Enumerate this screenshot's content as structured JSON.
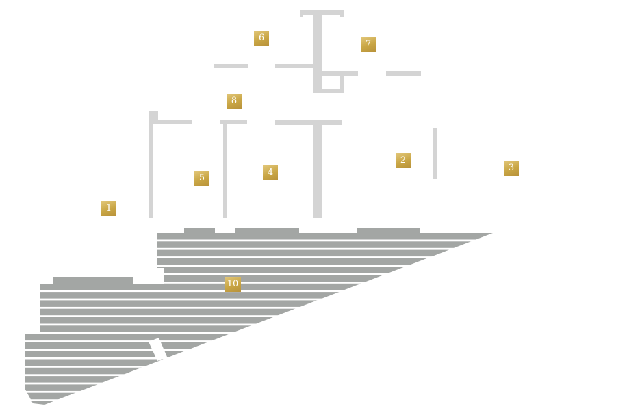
{
  "plan": {
    "wall_color": "#d4d4d4",
    "deck_color": "#a3a6a4",
    "marker_color": "#c9a645",
    "markers": [
      {
        "id": "m1",
        "label": "1"
      },
      {
        "id": "m2",
        "label": "2"
      },
      {
        "id": "m3",
        "label": "3"
      },
      {
        "id": "m4",
        "label": "4"
      },
      {
        "id": "m5",
        "label": "5"
      },
      {
        "id": "m6",
        "label": "6"
      },
      {
        "id": "m7",
        "label": "7"
      },
      {
        "id": "m8",
        "label": "8"
      },
      {
        "id": "m10",
        "label": "10"
      }
    ]
  }
}
